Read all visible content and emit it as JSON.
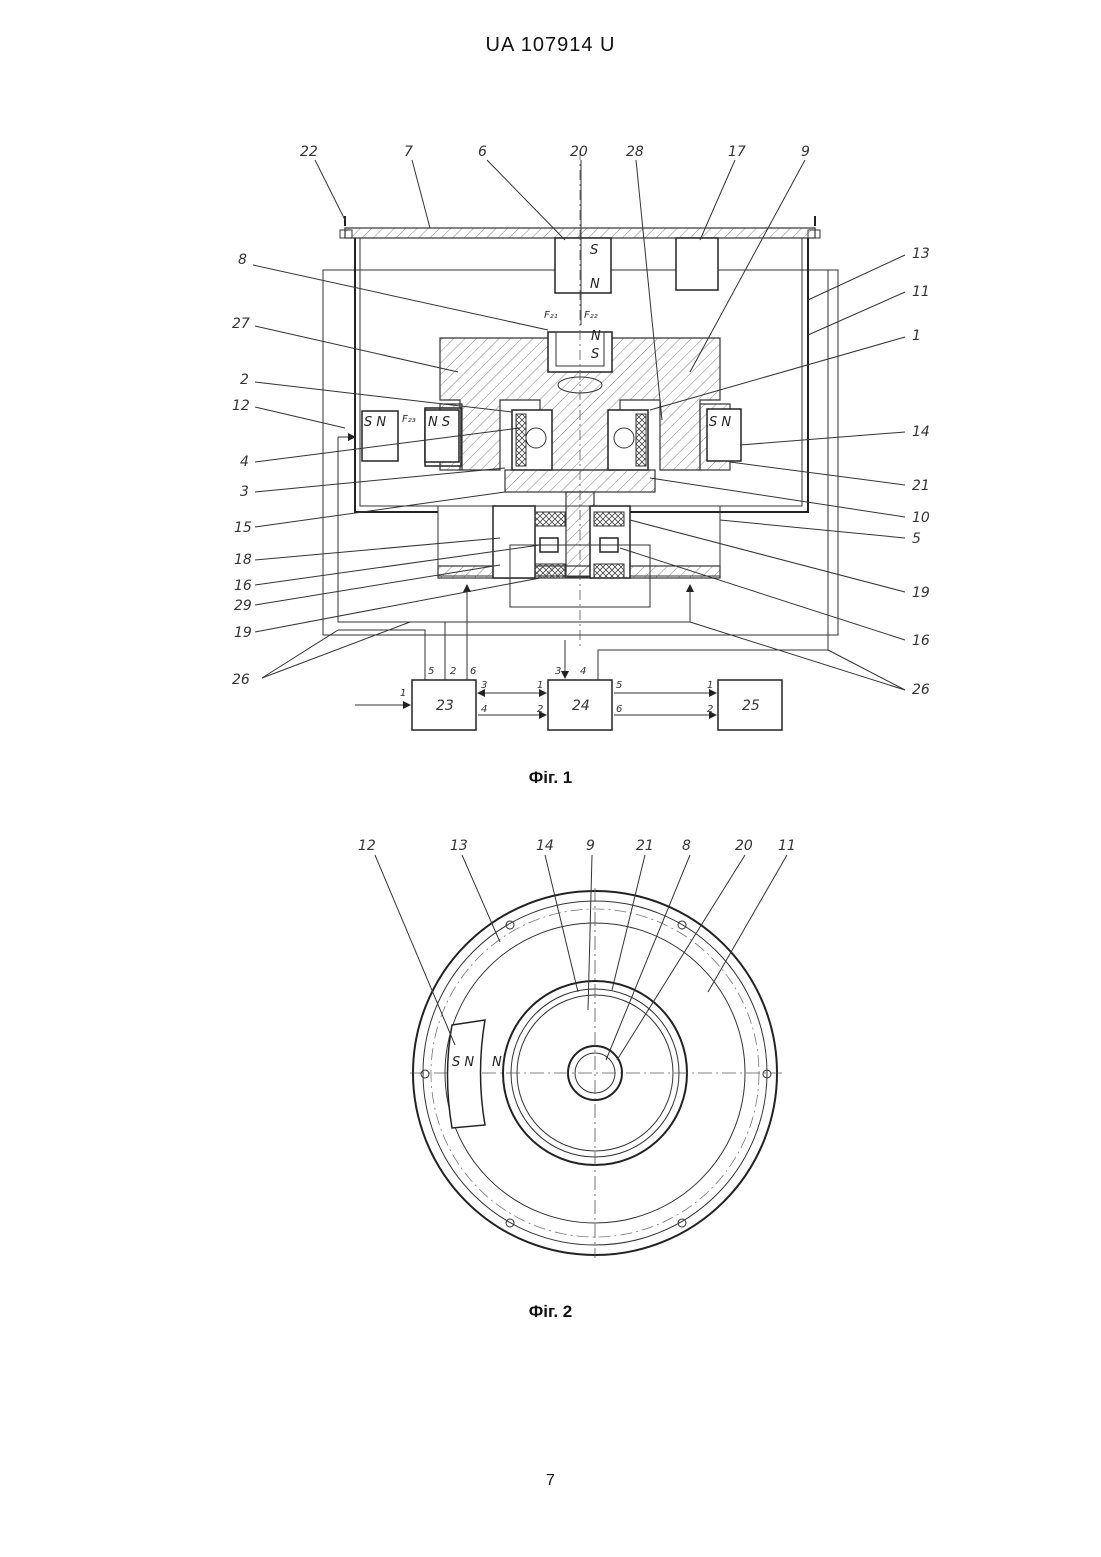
{
  "header": {
    "patent_id": "UA   107914   U"
  },
  "figures": [
    {
      "caption": "Фіг. 1"
    },
    {
      "caption": "Фіг. 2"
    }
  ],
  "fig1_labels": {
    "l22": "22",
    "l7": "7",
    "l6": "6",
    "l20": "20",
    "l28": "28",
    "l17": "17",
    "l9": "9",
    "l8": "8",
    "l27": "27",
    "l2": "2",
    "l12": "12",
    "l4": "4",
    "l3": "3",
    "l15": "15",
    "l18": "18",
    "l16a": "16",
    "l29": "29",
    "l19a": "19",
    "l26a": "26",
    "l13": "13",
    "l11": "11",
    "l1": "1",
    "l14": "14",
    "l21": "21",
    "l10": "10",
    "l5": "5",
    "l19b": "19",
    "l16b": "16",
    "l26b": "26",
    "pole_s_top": "S",
    "pole_n_top": "N",
    "pole_n_mid": "N",
    "pole_s_mid": "S",
    "mag_left": "S  N",
    "mag_ns": "N S",
    "mag_right": "S N",
    "force_a": "F₂₁",
    "force_b": "F₂₂",
    "force_c": "F₂₃",
    "b23": "23",
    "b24": "24",
    "b25": "25",
    "p23_1": "1",
    "p23_5": "5",
    "p23_2": "2",
    "p23_6": "6",
    "p23_3": "3",
    "p23_4": "4",
    "p24_3": "3",
    "p24_4": "4",
    "p24_1": "1",
    "p24_2": "2",
    "p24_5": "5",
    "p24_6": "6",
    "p25_1": "1",
    "p25_2": "2"
  },
  "fig2_labels": {
    "l12": "12",
    "l13": "13",
    "l14": "14",
    "l9": "9",
    "l21": "21",
    "l8": "8",
    "l20": "20",
    "l11": "11",
    "mag_sn": "S  N",
    "mag_n": "N"
  },
  "footer": {
    "page_number": "7"
  }
}
